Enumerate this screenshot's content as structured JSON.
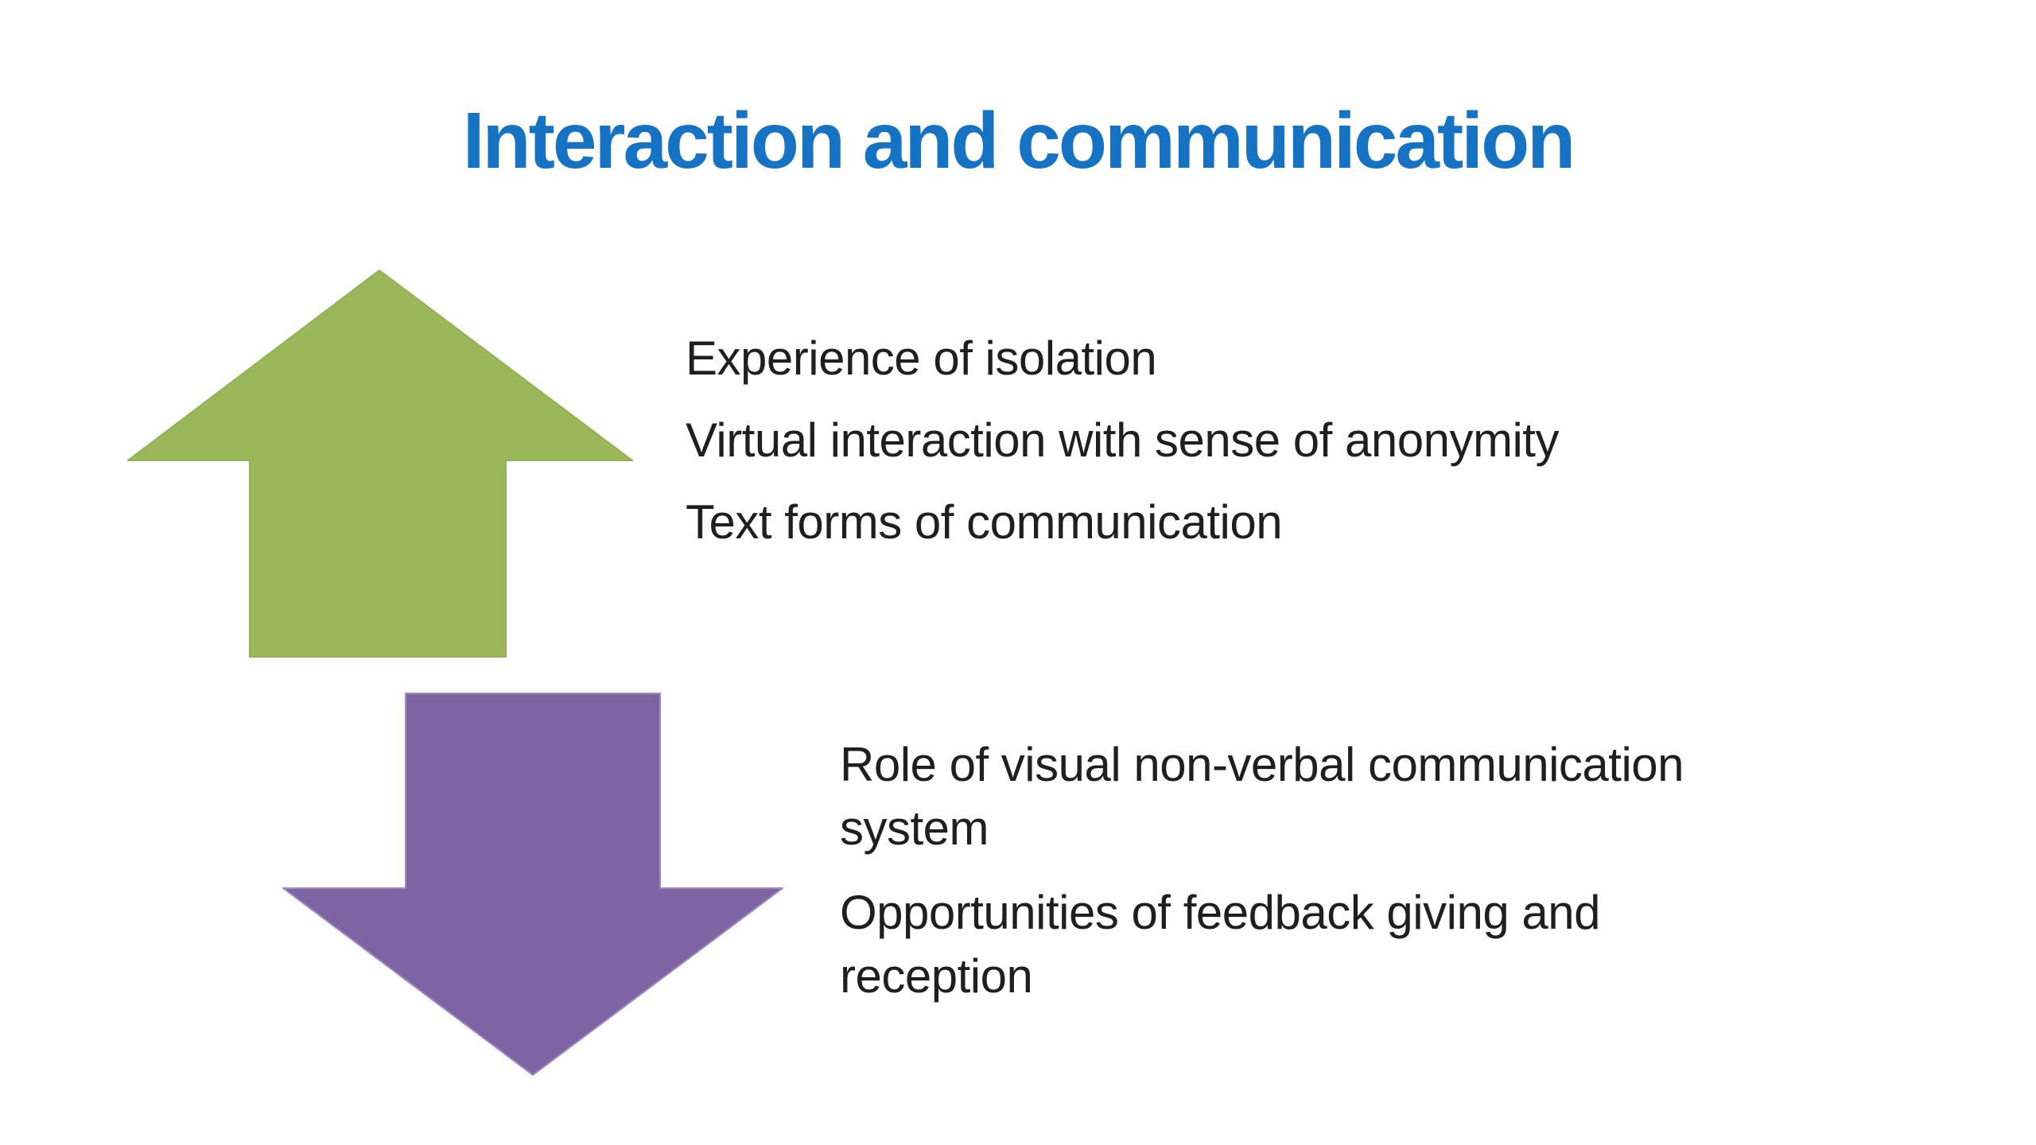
{
  "title": "Interaction and communication",
  "colors": {
    "title_blue": "#1673c4",
    "arrow_green": "#9ab85a",
    "arrow_green_edge": "#93b054",
    "arrow_purple": "#7e64a3",
    "arrow_purple_edge": "#a08cc2",
    "text_dark": "#1f1f1f"
  },
  "up_section": {
    "arrow_direction": "up",
    "items": [
      "Experience of isolation",
      "Virtual interaction with sense of anonymity",
      "Text forms of communication"
    ]
  },
  "down_section": {
    "arrow_direction": "down",
    "items": [
      {
        "line1": "Role of visual non-verbal communication",
        "line2": "system"
      },
      {
        "line1": "Opportunities of feedback giving and",
        "line2": "reception"
      }
    ]
  }
}
